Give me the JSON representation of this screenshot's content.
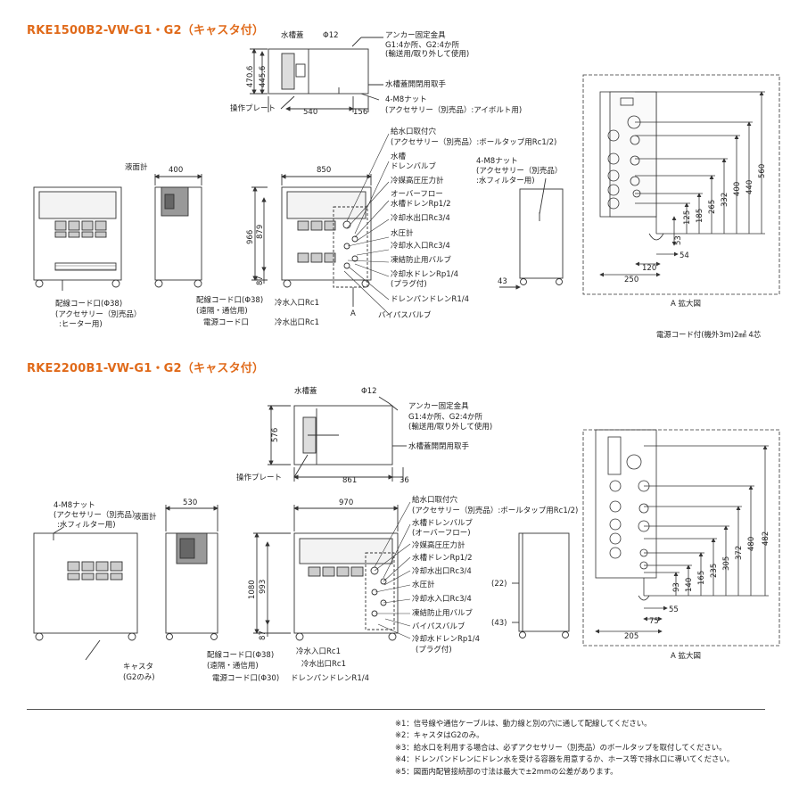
{
  "sections": [
    {
      "title": "RKE1500B2-VW-G1・G2（キャスタ付）",
      "top_view": {
        "labels": {
          "tank_lid": "水槽蓋",
          "phi": "Φ12",
          "anchor_title": "アンカー固定金具",
          "anchor_l1": "G1:4か所、G2:4か所",
          "anchor_l2": "(輸送用/取り外して使用)",
          "lid_handle": "水槽蓋開閉用取手",
          "nut": "4-M8ナット",
          "nut_sub": "(アクセサリー（別売品）:アイボルト用)",
          "panel": "操作プレート"
        },
        "dims": {
          "h1": "470.6",
          "h2": "445.6",
          "w1": "540",
          "w2": "156"
        }
      },
      "front_view": {
        "labels": {
          "level_meter": "液面計",
          "wire_port": "配線コード口(Φ38)",
          "wire_port_sub1": "(アクセサリー（別売品）",
          "wire_port_sub2": ":ヒーター用)"
        },
        "dims": {
          "w": "400"
        }
      },
      "side_view": {
        "labels": {
          "wire_port2": "配線コード口(Φ38)",
          "wire_port2_sub": "(遠隔・通信用)",
          "power_port": "電源コード口",
          "inlet": "冷水入口Rc1",
          "outlet": "冷水出口Rc1",
          "A": "A"
        },
        "dims": {
          "w": "850",
          "h_total": "966",
          "h_mid": "879",
          "h_bot": "87"
        }
      },
      "callouts": [
        "給水口取付穴",
        "(アクセサリー（別売品）:ボールタップ用Rc1/2)",
        "水槽",
        "ドレンバルブ",
        "冷媒高圧圧力計",
        "オーバーフロー",
        "水槽ドレンRp1/2",
        "冷却水出口Rc3/4",
        "水圧計",
        "冷却水入口Rc3/4",
        "凍結防止用バルブ",
        "冷却水ドレンRp1/4",
        "(プラグ付)",
        "ドレンパンドレンR1/4",
        "バイパスバルブ"
      ],
      "rear_view": {
        "labels": {
          "nut": "4-M8ナット",
          "nut_sub1": "(アクセサリー（別売品）",
          "nut_sub2": ":水フィルター用)"
        },
        "dims": {
          "d": "43"
        }
      },
      "detail": {
        "caption": "A 拡大図",
        "dims": [
          "560",
          "440",
          "400",
          "332",
          "265",
          "185",
          "125",
          "53",
          "54",
          "120",
          "250"
        ]
      },
      "cord_note": "電源コード付(機外3m)2㎟ 4芯"
    },
    {
      "title": "RKE2200B1-VW-G1・G2（キャスタ付）",
      "top_view": {
        "labels": {
          "tank_lid": "水槽蓋",
          "phi": "Φ12",
          "anchor_title": "アンカー固定金具",
          "anchor_l1": "G1:4か所、G2:4か所",
          "anchor_l2": "(輸送用/取り外して使用)",
          "lid_handle": "水槽蓋開閉用取手",
          "panel": "操作プレート"
        },
        "dims": {
          "h1": "576",
          "w1": "861",
          "w2": "36"
        }
      },
      "front_view": {
        "labels": {
          "nut": "4-M8ナット",
          "nut_sub1": "(アクセサリー（別売品）",
          "nut_sub2": ":水フィルター用)",
          "level_meter": "液面計",
          "caster": "キャスタ",
          "caster_sub": "(G2のみ)"
        },
        "dims": {
          "w": "530"
        }
      },
      "side_view": {
        "labels": {
          "wire_port2": "配線コード口(Φ38)",
          "wire_port2_sub": "(遠隔・通信用)",
          "power_port": "電源コード口(Φ30)",
          "inlet": "冷水入口Rc1",
          "outlet": "冷水出口Rc1",
          "drain_pan": "ドレンパンドレンR1/4"
        },
        "dims": {
          "w": "970",
          "h_total": "1080",
          "h_mid": "993",
          "h_bot": "87"
        }
      },
      "callouts": [
        "給水口取付穴",
        "(アクセサリー（別売品）:ボールタップ用Rc1/2)",
        "水槽ドレンバルブ",
        "(オーバーフロー)",
        "冷媒高圧圧力計",
        "水槽ドレンRp1/2",
        "冷却水出口Rc3/4",
        "水圧計",
        "冷却水入口Rc3/4",
        "凍結防止用バルブ",
        "バイパスバルブ",
        "冷却水ドレンRp1/4",
        "(プラグ付)"
      ],
      "rear_view": {
        "dims": {
          "d1": "(22)",
          "d2": "(43)"
        }
      },
      "detail": {
        "caption": "A 拡大図",
        "dims": [
          "482",
          "480",
          "372",
          "305",
          "235",
          "165",
          "140",
          "93",
          "55",
          "75",
          "205"
        ]
      }
    }
  ],
  "notes": [
    "※1：信号線や通信ケーブルは、動力線と別の穴に通して配線してください。",
    "※2：キャスタはG2のみ。",
    "※3：給水口を利用する場合は、必ずアクセサリー（別売品）のボールタップを取付してください。",
    "※4：ドレンパンドレンにドレン水を受ける容器を用意するか、ホース等で排水口に導いてください。",
    "※5：図面内配管接続部の寸法は最大で±2mmの公差があります。"
  ],
  "colors": {
    "title": "#e06a1a",
    "line": "#333333",
    "panel": "#d8d8d8"
  }
}
